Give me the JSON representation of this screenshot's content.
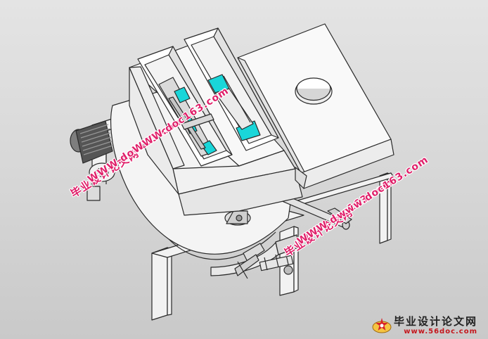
{
  "watermark": {
    "chinese": "毕业设计论文网",
    "url_a": "WWW.doc163.com",
    "url_b": "www.doc163.com"
  },
  "brand": {
    "title": "毕业设计论文网",
    "url": "www.56doc.com",
    "logo_icon": "mill-star-logo"
  },
  "colors": {
    "accent_cyan": "#19d6d9",
    "watermark_pink": "#e0206a",
    "brand_red": "#c4161c"
  }
}
